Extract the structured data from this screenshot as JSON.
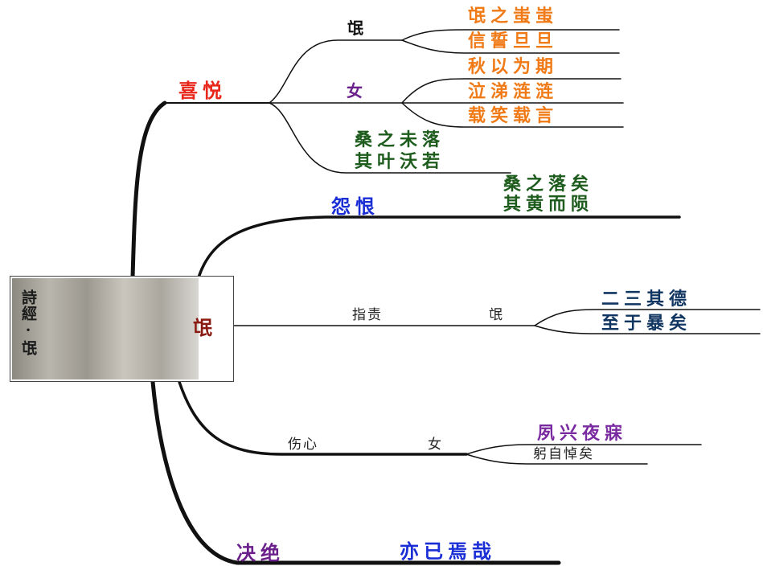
{
  "root": {
    "title": "詩經·氓"
  },
  "colors": {
    "branch": "#111111",
    "xiyue": "#e8271a",
    "orange": "#f07a16",
    "green": "#1d5c1d",
    "blue": "#1a2ed6",
    "darkblue": "#0f3560",
    "darkred": "#8a1a12",
    "purple": "#6a1f8a",
    "violet": "#7a2aa0"
  },
  "branches": {
    "xiyue": {
      "label": "喜悦",
      "mang": "氓",
      "mang_lines": [
        "氓之蚩蚩",
        "信誓旦旦"
      ],
      "nv": "女",
      "nv_lines": [
        "秋以为期",
        "泣涕涟涟",
        "载笑载言"
      ],
      "sang": [
        "桑之未落",
        "其叶沃若"
      ]
    },
    "yuanhen": {
      "label": "怨恨",
      "sang": [
        "桑之落矣",
        "其黄而陨"
      ]
    },
    "mang": {
      "label": "氓",
      "zhize": "指责",
      "mang2": "氓",
      "lines": [
        "二三其德",
        "至于暴矣"
      ]
    },
    "shangxin": {
      "label": "伤心",
      "nv": "女",
      "lines": [
        "夙兴夜寐",
        "躬自悼矣"
      ]
    },
    "juejue": {
      "label": "决绝",
      "line": "亦已焉哉"
    }
  }
}
